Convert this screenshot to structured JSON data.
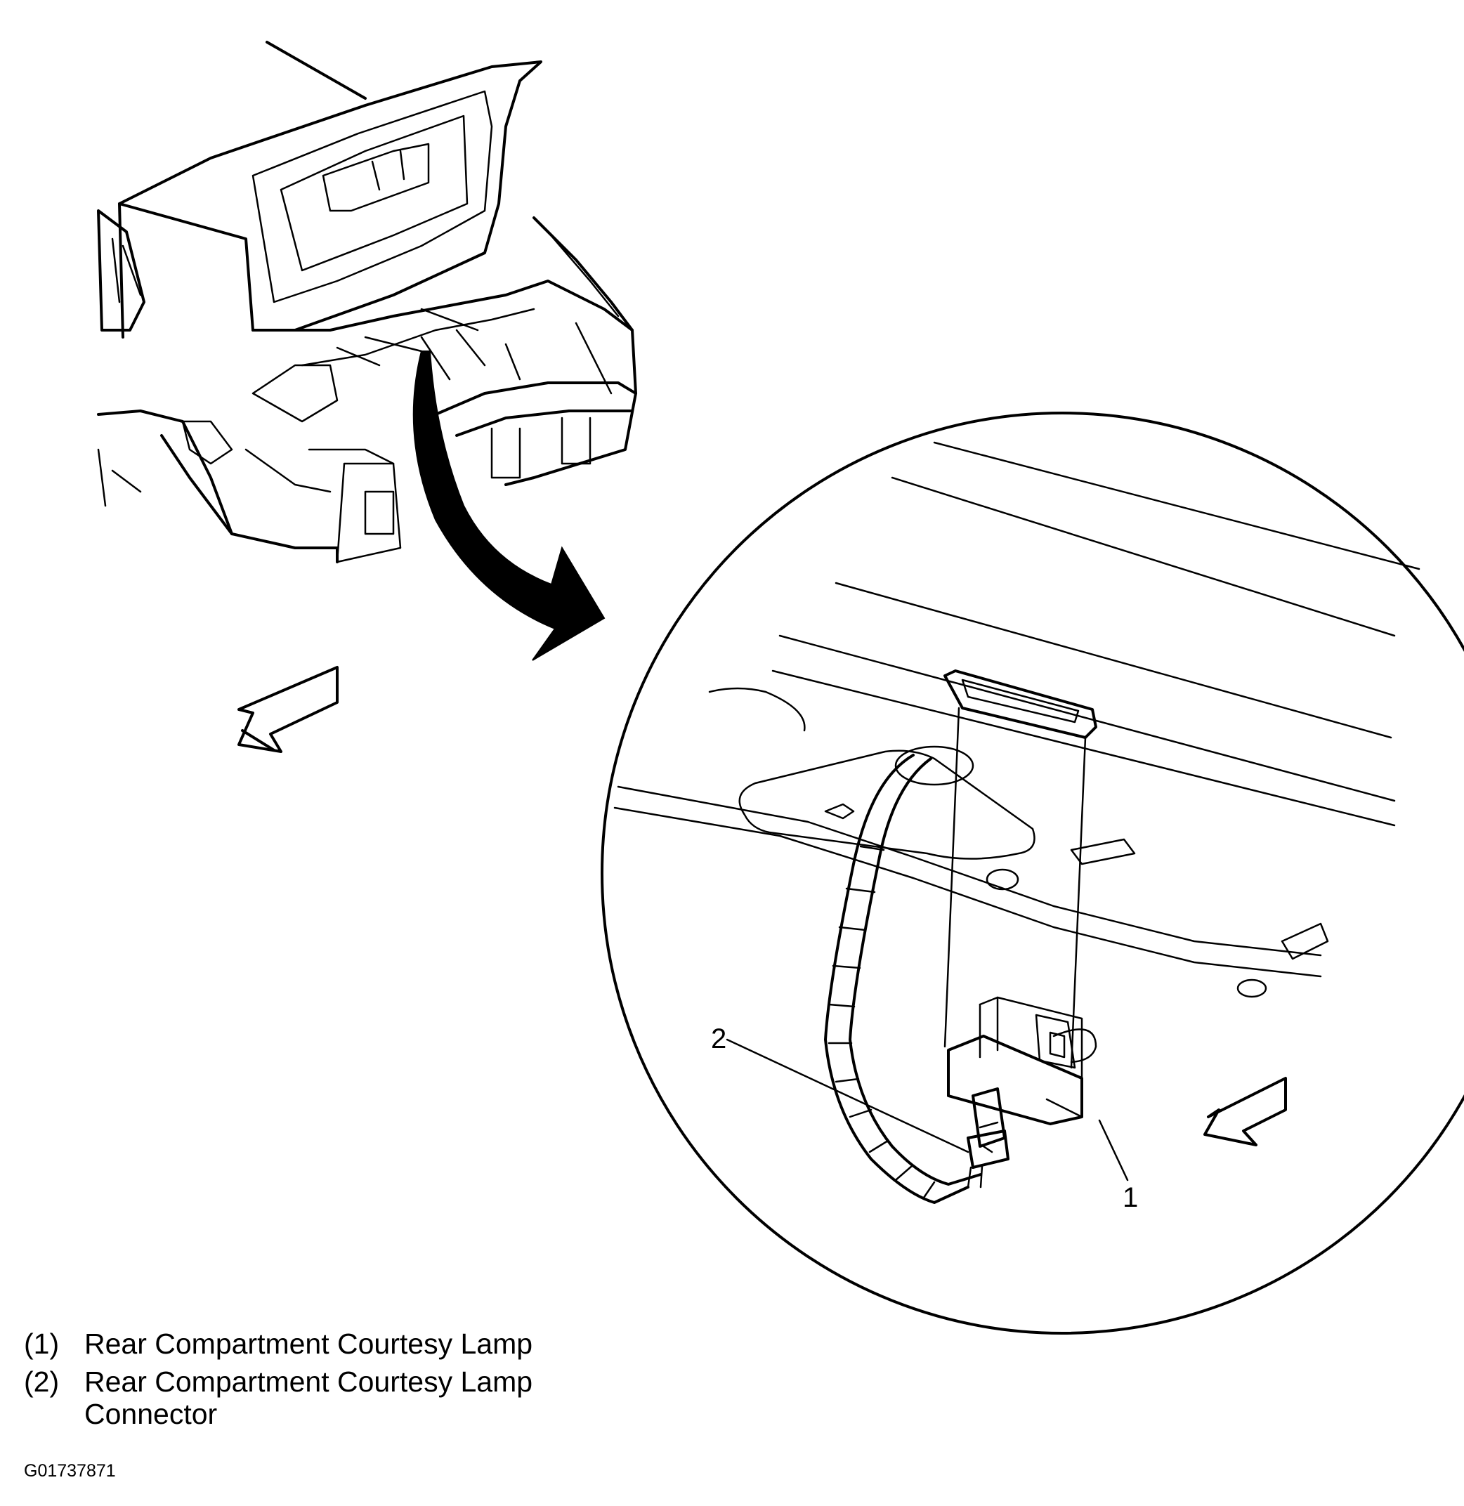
{
  "callouts": [
    {
      "id": "1",
      "label": "1"
    },
    {
      "id": "2",
      "label": "2"
    }
  ],
  "legend": [
    {
      "number": "(1)",
      "text": "Rear Compartment Courtesy Lamp"
    },
    {
      "number": "(2)",
      "text": "Rear Compartment Courtesy Lamp Connector"
    }
  ],
  "figure_id": "G01737871",
  "icons": [
    "front-direction-arrow-icon",
    "zoom-arrow-icon"
  ]
}
